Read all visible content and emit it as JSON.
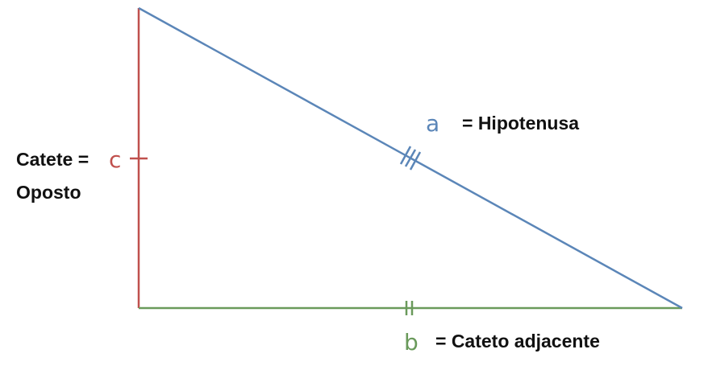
{
  "colors": {
    "hypotenuse": "#5b86b8",
    "opposite": "#c0504d",
    "adjacent": "#6a9a5b",
    "text": "#111111",
    "background": "#ffffff"
  },
  "sides": {
    "hypotenuse": {
      "letter": "a",
      "description": "= Hipotenusa",
      "tick_marks": 3
    },
    "adjacent": {
      "letter": "b",
      "description": "= Cateto adjacente",
      "tick_marks": 2
    },
    "opposite": {
      "letter": "c",
      "description_line1": "Catete =",
      "description_line2": "Oposto",
      "tick_marks": 1
    }
  }
}
